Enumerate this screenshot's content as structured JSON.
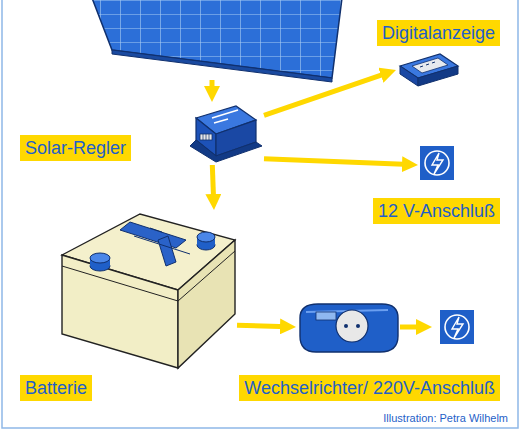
{
  "diagram": {
    "nodes": [
      {
        "text": [
          "Digitalanzeige"
        ]
      },
      {
        "text": [
          "Solar-Regler"
        ]
      },
      {
        "text": [
          "12 V-Anschluß"
        ]
      },
      {
        "text": [
          "Batterie"
        ]
      },
      {
        "text": [
          "Wechselrichter/ 220V-Anschluß"
        ]
      }
    ],
    "edges": [
      {
        "from": 1,
        "to": 0,
        "arrow": "to"
      },
      {
        "from": 1,
        "to": 2,
        "arrow": "to"
      },
      {
        "from": 1,
        "to": 3,
        "arrow": "to"
      },
      {
        "from": 3,
        "to": 4,
        "arrow": "to"
      }
    ],
    "labels": [
      "Illustration: Petra Wilhelm"
    ]
  }
}
